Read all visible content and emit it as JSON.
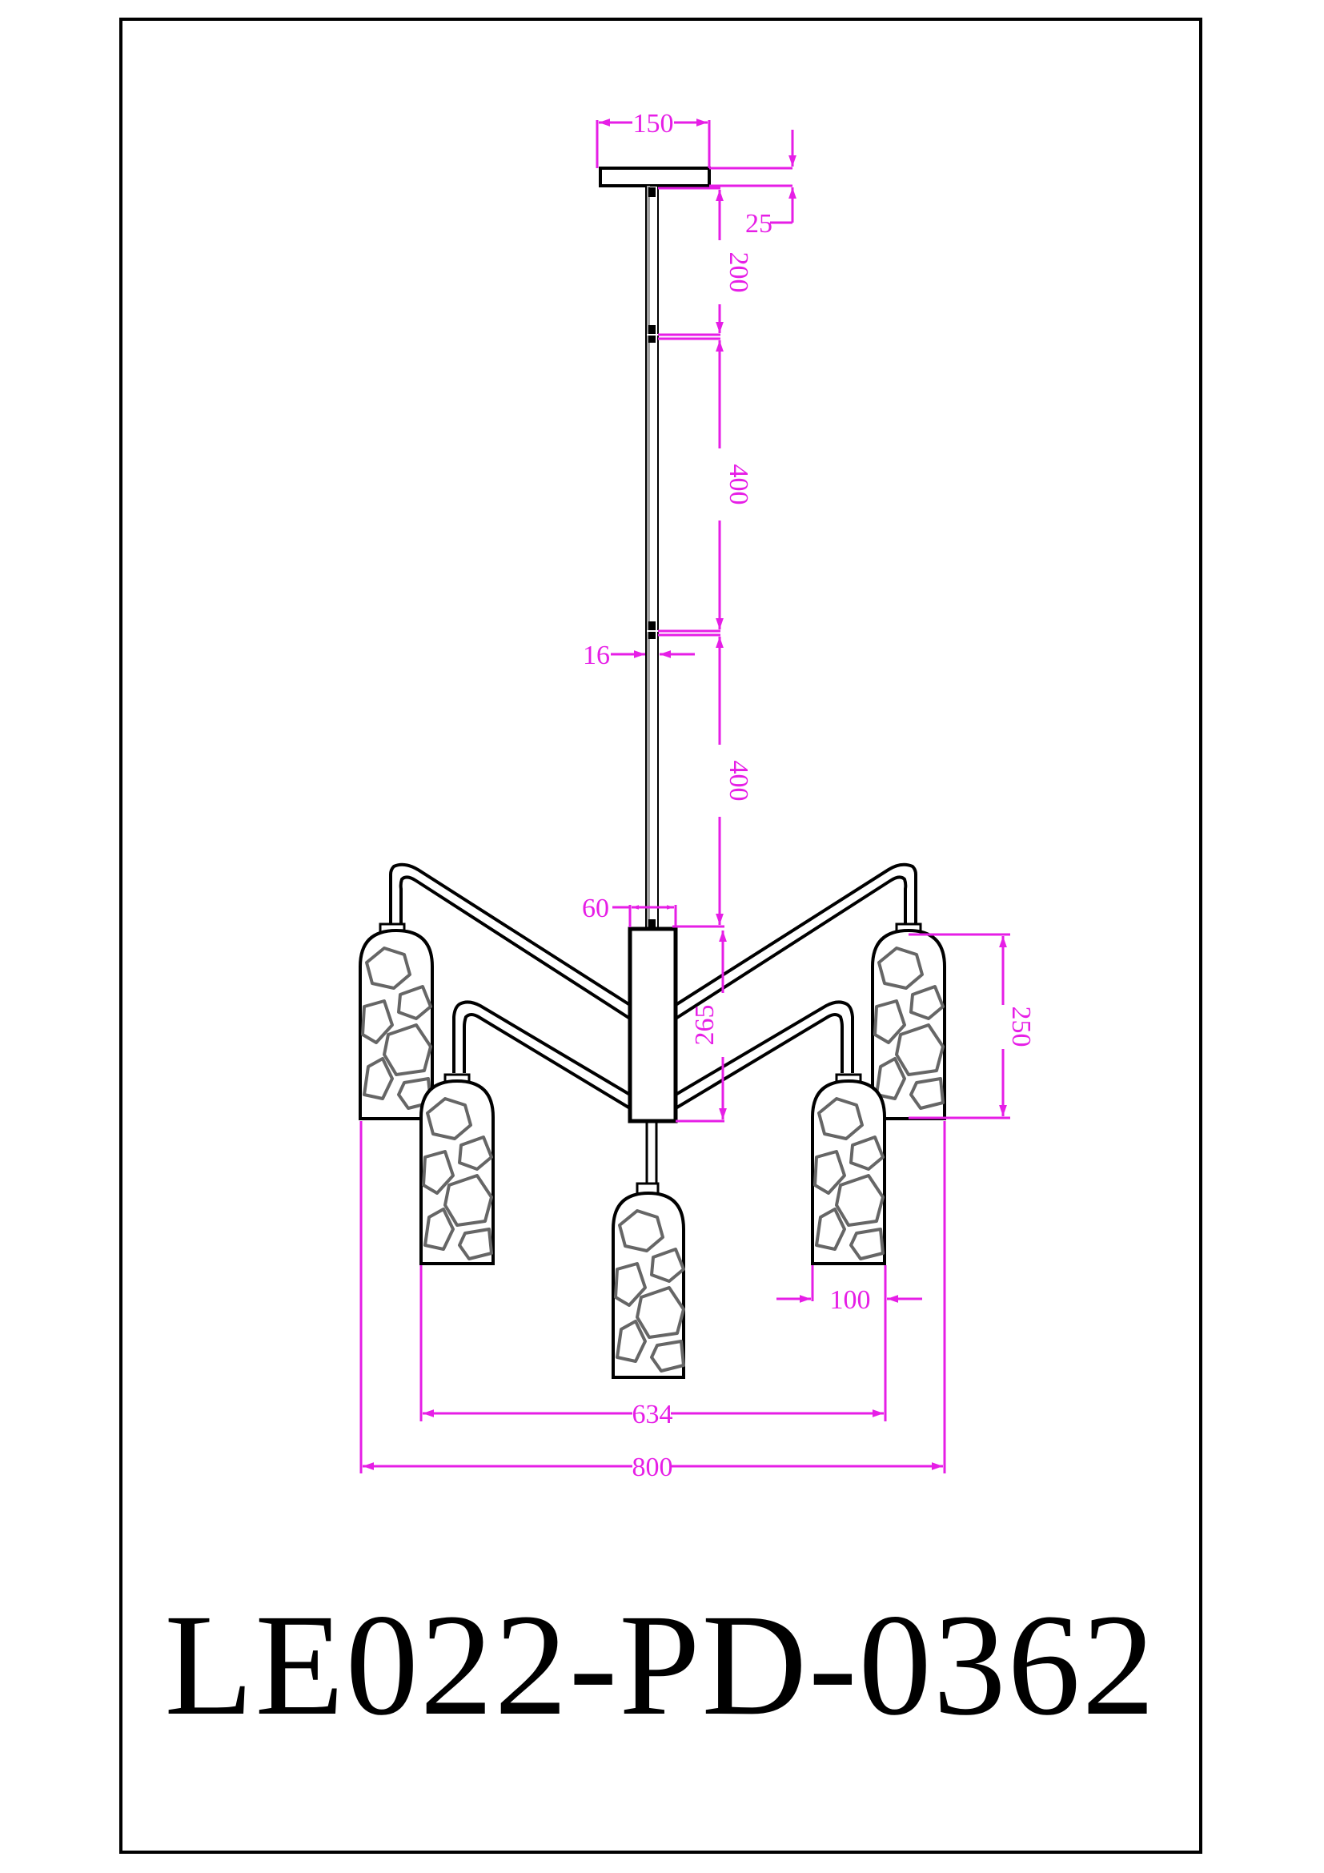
{
  "drawing": {
    "model_number": "LE022-PD-0362",
    "units": "mm",
    "colors": {
      "outline": "#000000",
      "dimension": "#e61ee6",
      "texture": "#666666",
      "rod_fill": "#a0a0a0"
    },
    "dimensions": {
      "canopy_width": "150",
      "canopy_height": "25",
      "rod_segment_1": "200",
      "rod_segment_2": "400",
      "rod_diameter": "16",
      "rod_segment_3": "400",
      "body_width": "60",
      "body_height": "265",
      "shade_height": "250",
      "shade_width": "100",
      "inner_span": "634",
      "overall_width": "800"
    }
  }
}
